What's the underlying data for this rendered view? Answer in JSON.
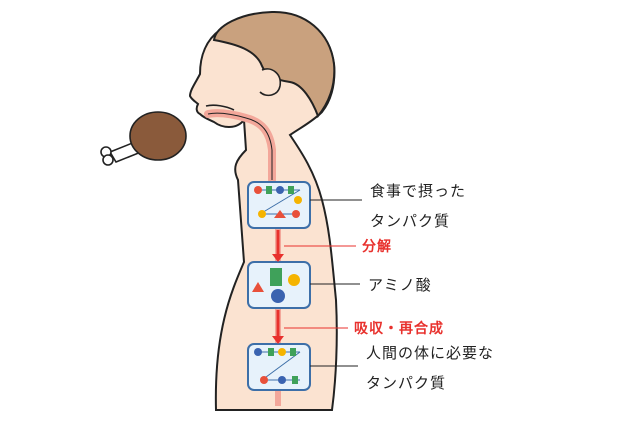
{
  "diagram": {
    "stage1": {
      "line1": "食事で摂った",
      "line2": "タンパク質"
    },
    "step1": "分解",
    "stage2": {
      "line1": "アミノ酸"
    },
    "step2": "吸収・再合成",
    "stage3": {
      "line1": "人間の体に必要な",
      "line2": "タンパク質"
    }
  },
  "colors": {
    "skin": "#fbe3d1",
    "hair": "#c9a17e",
    "outline": "#222222",
    "box_fill": "#e7f2fb",
    "box_stroke": "#3d6fa8",
    "arrow": "#e8312d",
    "tract": "#f3a79a",
    "meat": "#8a5a3b",
    "bone": "#ffffff",
    "amino_red": "#e8503a",
    "amino_green": "#3fa15a",
    "amino_blue": "#3a63b0",
    "amino_yellow": "#f5b400"
  },
  "icons": [
    "human-silhouette-icon",
    "chicken-leg-icon",
    "amino-acid-chain-icon",
    "amino-acid-molecules-icon"
  ]
}
